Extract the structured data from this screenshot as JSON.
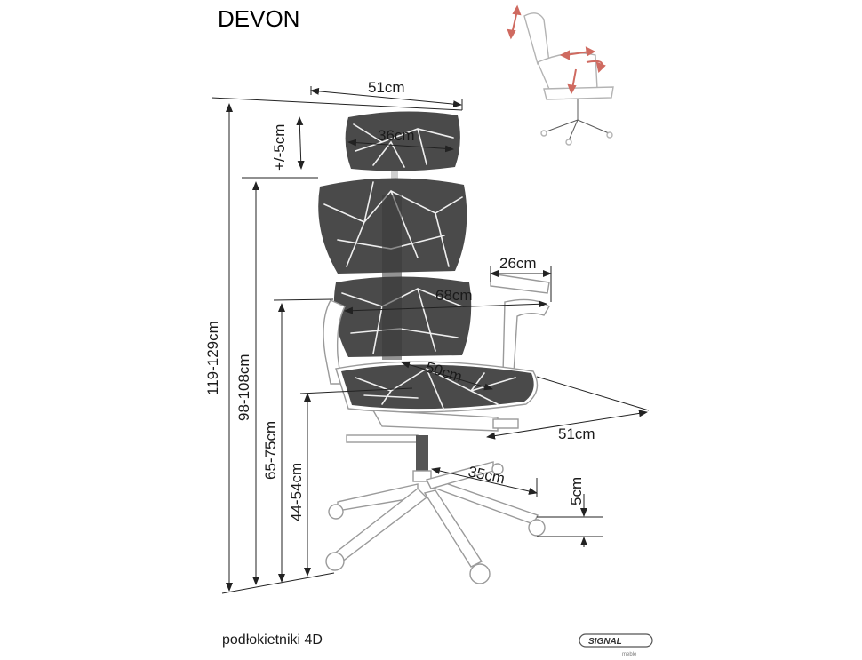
{
  "product": {
    "name": "DEVON"
  },
  "dimensions": {
    "headrest_span": "51cm",
    "headrest_width": "36cm",
    "headrest_adjust": "+/-5cm",
    "armrest_depth": "26cm",
    "armrest_span": "68cm",
    "seat_depth": "50cm",
    "seat_width": "51cm",
    "base_radius": "35cm",
    "wheel_height": "5cm",
    "total_height": "119-129cm",
    "backrest_height": "98-108cm",
    "armrest_height": "65-75cm",
    "seat_height": "44-54cm"
  },
  "footer": {
    "note": "podłokietniki 4D",
    "brand": "SIGNAL",
    "brand_sub": "meble"
  },
  "colors": {
    "mesh": "#4a4a4a",
    "lines": "#222222",
    "adjust_arrows": "#c0392b"
  }
}
